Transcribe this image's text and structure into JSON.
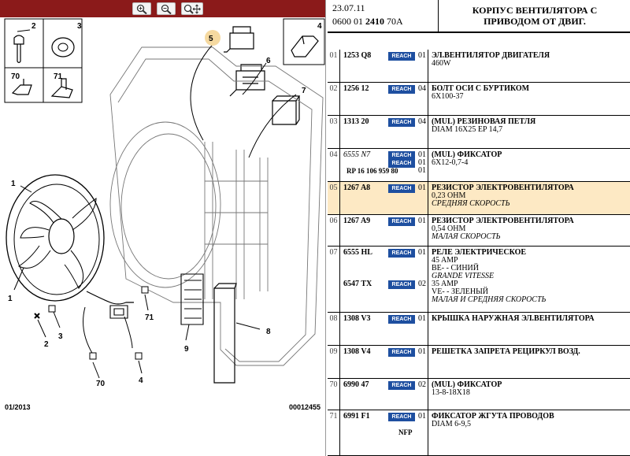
{
  "toolbar": {
    "zoom_in_icon": "zoom-in-icon",
    "zoom_out_icon": "zoom-out-icon",
    "zoom_pan_icon": "zoom-pan-icon"
  },
  "diagram": {
    "callouts": [
      "1",
      "2",
      "3",
      "4",
      "5",
      "6",
      "7",
      "8",
      "9",
      "70",
      "71",
      "1",
      "2",
      "3",
      "4",
      "70",
      "71"
    ],
    "footer_left": "01/2013",
    "footer_right": "00012455"
  },
  "header": {
    "date": "23.07.11",
    "code_prefix": "0600 01 ",
    "code_bold": "2410",
    "code_suffix": " 70A",
    "title": "КОРПУС ВЕНТИЛЯТОРА С\nПРИВОДОМ ОТ ДВИГ."
  },
  "badge_label": "REACH",
  "rows": [
    {
      "idx": "01",
      "lines": [
        {
          "ref": "1253 Q8",
          "qty": "01",
          "desc": "ЭЛ.ВЕНТИЛЯТОР ДВИГАТЕЛЯ",
          "bold": true
        },
        {
          "desc": "460W"
        }
      ]
    },
    {
      "idx": "02",
      "lines": [
        {
          "ref": "1256 12",
          "qty": "04",
          "desc": "БОЛТ ОСИ С БУРТИКОМ",
          "bold": true
        },
        {
          "desc": "6X100-37"
        }
      ]
    },
    {
      "idx": "03",
      "lines": [
        {
          "ref": "1313 20",
          "qty": "04",
          "desc": "(MUL) РЕЗИНОВАЯ ПЕТЛЯ",
          "bold": true
        },
        {
          "desc": "DIAM 16X25 EP 14,7"
        }
      ]
    },
    {
      "idx": "04",
      "lines": [
        {
          "ref": "6555 N7",
          "qty": "01",
          "desc": "(MUL) ФИКСАТОР",
          "bold": true,
          "ref_italic": true
        },
        {
          "desc": "6X12-0,7-4",
          "qty": "01"
        },
        {
          "sub": "RP 16 106 959 80",
          "qty": "01",
          "nobadge": true
        }
      ]
    },
    {
      "idx": "05",
      "hl": true,
      "lines": [
        {
          "ref": "1267 A8",
          "qty": "01",
          "desc": "РЕЗИСТОР ЭЛЕКТРОВЕНТИЛЯТОРА",
          "bold": true
        },
        {
          "desc": "0,23 OHM"
        },
        {
          "desc": "СРЕДНЯЯ СКОРОСТЬ",
          "italic": true
        }
      ]
    },
    {
      "idx": "06",
      "lines": [
        {
          "ref": "1267 A9",
          "qty": "01",
          "desc": "РЕЗИСТОР ЭЛЕКТРОВЕНТИЛЯТОРА",
          "bold": true
        },
        {
          "desc": "0,54 OHM"
        },
        {
          "desc": "МАЛАЯ СКОРОСТЬ",
          "italic": true
        }
      ]
    },
    {
      "idx": "07",
      "lines": [
        {
          "ref": "6555 HL",
          "qty": "01",
          "desc": "РЕЛЕ ЭЛЕКТРИЧЕСКОЕ",
          "bold": true
        },
        {
          "desc": "45 AMP"
        },
        {
          "desc": "BE- - СИНИЙ"
        },
        {
          "desc": "GRANDE VITESSE",
          "italic": true
        },
        {
          "ref": "6547 TX",
          "qty": "02",
          "desc": "35 AMP"
        },
        {
          "desc": "VE- - ЗЕЛЕНЫЙ"
        },
        {
          "desc": "МАЛАЯ И СРЕДНЯЯ СКОРОСТЬ",
          "italic": true
        }
      ]
    },
    {
      "idx": "08",
      "lines": [
        {
          "ref": "1308 V3",
          "qty": "01",
          "desc": "КРЫШКА НАРУЖНАЯ ЭЛ.ВЕНТИЛЯТОРА",
          "bold": true
        }
      ]
    },
    {
      "idx": "09",
      "lines": [
        {
          "ref": "1308 V4",
          "qty": "01",
          "desc": "РЕШЕТКА ЗАПРЕТА РЕЦИРКУЛ ВОЗД.",
          "bold": true
        }
      ]
    },
    {
      "idx": "70",
      "lines": [
        {
          "ref": "6990 47",
          "qty": "02",
          "desc": "(MUL) ФИКСАТОР",
          "bold": true
        },
        {
          "desc": "13-8-18X18"
        }
      ]
    },
    {
      "idx": "71",
      "lines": [
        {
          "ref": "6991 F1",
          "qty": "01",
          "desc": "ФИКСАТОР ЖГУТА ПРОВОДОВ",
          "bold": true
        },
        {
          "desc": "DIAM 6-9,5"
        },
        {
          "nfp": "NFP"
        }
      ]
    }
  ],
  "colors": {
    "toolbar": "#8b1a1a",
    "badge": "#1e4fa0",
    "highlight": "#fde9c4",
    "callout_marker": "#f5d9a0"
  }
}
